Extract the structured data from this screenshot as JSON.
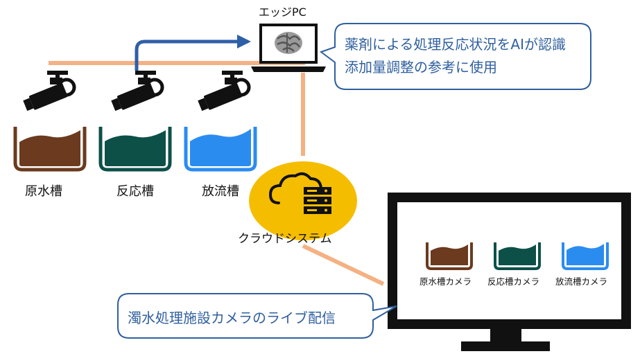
{
  "edge_pc": {
    "label": "エッジPC"
  },
  "ai_callout": {
    "line1": "薬剤による処理反応状況をAIが認識",
    "line2": "添加量調整の参考に使用"
  },
  "tanks": [
    {
      "label": "原水槽",
      "color": "#6b3a1f"
    },
    {
      "label": "反応槽",
      "color": "#0d5048"
    },
    {
      "label": "放流槽",
      "color": "#2b8cf0"
    }
  ],
  "cloud": {
    "label": "クラウドシステム",
    "color": "#f5bd00"
  },
  "monitor": {
    "cameras": [
      {
        "label": "原水槽カメラ"
      },
      {
        "label": "反応槽カメラ"
      },
      {
        "label": "放流槽カメラ"
      }
    ]
  },
  "live_callout": {
    "text": "濁水処理施設カメラのライブ配信"
  },
  "colors": {
    "connector": "#f4b183",
    "arrow": "#2f5fa8",
    "callout_border": "#2f5f9e"
  }
}
